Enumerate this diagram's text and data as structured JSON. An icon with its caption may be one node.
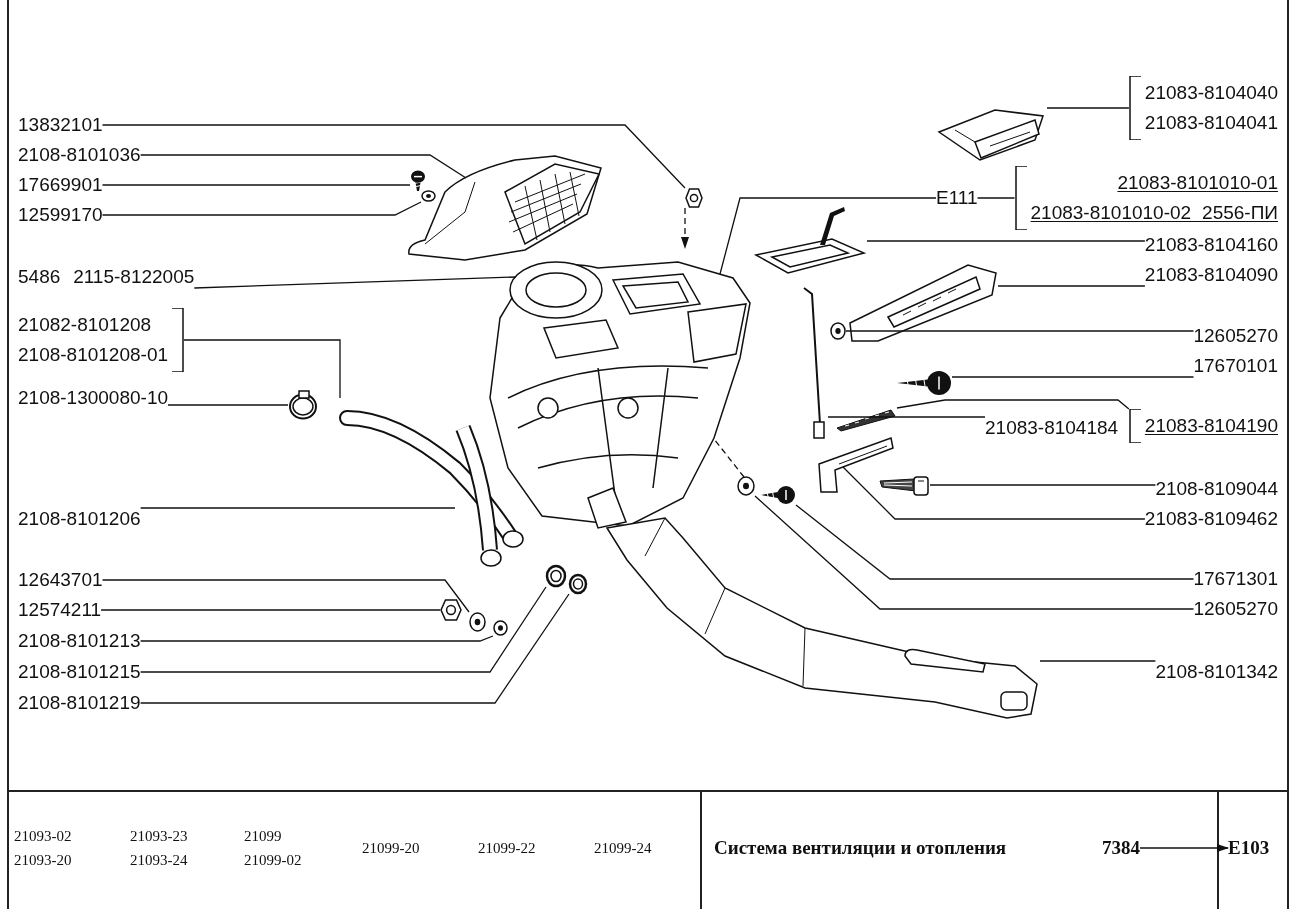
{
  "diagram": {
    "title": "Система вентиляции и отопления",
    "nodes": [
      {
        "text": [
          "13832101"
        ]
      },
      {
        "text": [
          "2108-8101036"
        ]
      },
      {
        "text": [
          "17669901"
        ]
      },
      {
        "text": [
          "12599170"
        ]
      },
      {
        "text": [
          "5486 2115-8122005"
        ]
      },
      {
        "text": [
          "21082-8101208",
          "2108-8101208-01"
        ]
      },
      {
        "text": [
          "2108-1300080-10"
        ]
      },
      {
        "text": [
          "2108-8101206"
        ]
      },
      {
        "text": [
          "12643701"
        ]
      },
      {
        "text": [
          "12574211"
        ]
      },
      {
        "text": [
          "2108-8101213"
        ]
      },
      {
        "text": [
          "2108-8101215"
        ]
      },
      {
        "text": [
          "2108-8101219"
        ]
      },
      {
        "text": [
          "21083-8104040",
          "21083-8104041"
        ]
      },
      {
        "text": [
          "E111"
        ]
      },
      {
        "text": [
          "21083-8101010-01",
          "21083-8101010-02 2556-ПИ"
        ]
      },
      {
        "text": [
          "21083-8104160"
        ]
      },
      {
        "text": [
          "21083-8104090"
        ]
      },
      {
        "text": [
          "12605270"
        ]
      },
      {
        "text": [
          "17670101"
        ]
      },
      {
        "text": [
          "21083-8104184"
        ]
      },
      {
        "text": [
          "21083-8104190"
        ]
      },
      {
        "text": [
          "2108-8109044"
        ]
      },
      {
        "text": [
          "21083-8109462"
        ]
      },
      {
        "text": [
          "17671301"
        ]
      },
      {
        "text": [
          "12605270"
        ]
      },
      {
        "text": [
          "2108-8101342"
        ]
      },
      {
        "text": [
          "7384"
        ]
      },
      {
        "text": [
          "E103"
        ]
      },
      {
        "text": [],
        "shape": "picture"
      },
      {
        "text": [],
        "shape": "picture"
      },
      {
        "text": [],
        "shape": "picture"
      },
      {
        "text": [],
        "shape": "picture"
      },
      {
        "text": [],
        "shape": "picture"
      },
      {
        "text": [],
        "shape": "picture"
      },
      {
        "text": [],
        "shape": "picture"
      },
      {
        "text": [],
        "shape": "picture"
      },
      {
        "text": [],
        "shape": "picture"
      },
      {
        "text": [],
        "shape": "picture"
      },
      {
        "text": [],
        "shape": "picture"
      },
      {
        "text": [],
        "shape": "picture"
      },
      {
        "text": [],
        "shape": "picture"
      },
      {
        "text": [],
        "shape": "picture"
      },
      {
        "text": [],
        "shape": "picture"
      },
      {
        "text": [],
        "shape": "picture"
      },
      {
        "text": [],
        "shape": "picture"
      },
      {
        "text": [],
        "shape": "picture"
      },
      {
        "text": [],
        "shape": "picture"
      },
      {
        "text": [],
        "shape": "picture"
      },
      {
        "text": [],
        "shape": "picture"
      },
      {
        "text": [],
        "shape": "picture"
      },
      {
        "text": [],
        "shape": "picture"
      },
      {
        "text": [],
        "shape": "picture"
      },
      {
        "text": [],
        "shape": "picture"
      }
    ],
    "edges": [
      {
        "from": 0,
        "to": 29,
        "arrow": "none"
      },
      {
        "from": 1,
        "to": 30,
        "arrow": "none"
      },
      {
        "from": 2,
        "to": 31,
        "arrow": "none"
      },
      {
        "from": 3,
        "to": 32,
        "arrow": "none"
      },
      {
        "from": 4,
        "to": 33,
        "arrow": "none"
      },
      {
        "from": 5,
        "to": 34,
        "arrow": "none"
      },
      {
        "from": 6,
        "to": 36,
        "arrow": "none"
      },
      {
        "from": 7,
        "to": 35,
        "arrow": "none"
      },
      {
        "from": 8,
        "to": 37,
        "arrow": "none"
      },
      {
        "from": 9,
        "to": 38,
        "arrow": "none"
      },
      {
        "from": 10,
        "to": 39,
        "arrow": "none"
      },
      {
        "from": 11,
        "to": 40,
        "arrow": "none"
      },
      {
        "from": 12,
        "to": 41,
        "arrow": "none"
      },
      {
        "from": 13,
        "to": 42,
        "arrow": "none"
      },
      {
        "from": 14,
        "to": 15,
        "arrow": "none"
      },
      {
        "from": 14,
        "to": 33,
        "arrow": "none"
      },
      {
        "from": 16,
        "to": 43,
        "arrow": "none"
      },
      {
        "from": 17,
        "to": 44,
        "arrow": "none"
      },
      {
        "from": 18,
        "to": 45,
        "arrow": "none"
      },
      {
        "from": 19,
        "to": 46,
        "arrow": "none"
      },
      {
        "from": 20,
        "to": 47,
        "arrow": "none"
      },
      {
        "from": 21,
        "to": 48,
        "arrow": "none"
      },
      {
        "from": 22,
        "to": 50,
        "arrow": "none"
      },
      {
        "from": 23,
        "to": 49,
        "arrow": "none"
      },
      {
        "from": 24,
        "to": 51,
        "arrow": "none"
      },
      {
        "from": 25,
        "to": 52,
        "arrow": "none"
      },
      {
        "from": 26,
        "to": 53,
        "arrow": "none"
      },
      {
        "from": 29,
        "to": 33,
        "arrow": "to",
        "style": "dashed"
      },
      {
        "from": 52,
        "to": 33,
        "arrow": "none",
        "style": "dashed"
      },
      {
        "from": 27,
        "to": 28,
        "arrow": "to"
      }
    ],
    "labels": [
      "21093-02",
      "21093-23",
      "21099",
      "21099-20",
      "21099-22",
      "21099-24",
      "21093-20",
      "21093-24",
      "21099-02"
    ]
  }
}
